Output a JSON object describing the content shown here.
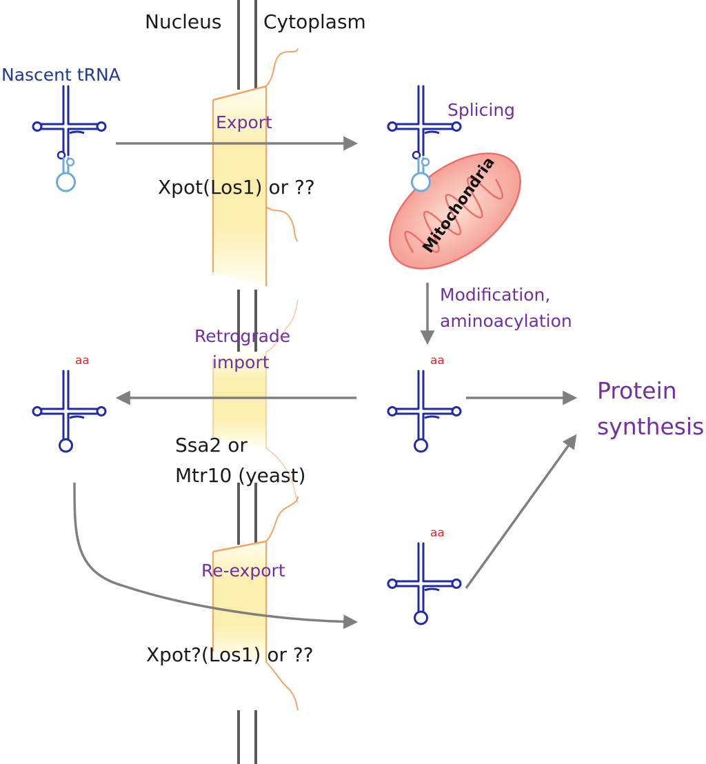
{
  "compartments": {
    "nucleus": "Nucleus",
    "cytoplasm": "Cytoplasm"
  },
  "labels": {
    "nascent": "Nascent tRNA",
    "export": "Export",
    "xpot1": "Xpot(Los1) or ??",
    "splicing": "Splicing",
    "mito": "Mitochondria",
    "mod1": "Modification,",
    "mod2": "aminoacylation",
    "retro1": "Retrograde",
    "retro2": "import",
    "ssa1": "Ssa2 or",
    "ssa2": "Mtr10 (yeast)",
    "reexport": "Re-export",
    "xpot2": "Xpot?(Los1) or ??",
    "prot1": "Protein",
    "prot2": "synthesis",
    "aa": "aa"
  },
  "colors": {
    "membrane": "#5a5a5a",
    "pore_edge": "#f4a460",
    "pore_fill": "#fffbe0",
    "trna": "#1f2aa8",
    "intron": "#6fa8dc",
    "arrow": "#7f7f7f",
    "step_text": "#7030a0",
    "aa_text": "#e8262b"
  }
}
